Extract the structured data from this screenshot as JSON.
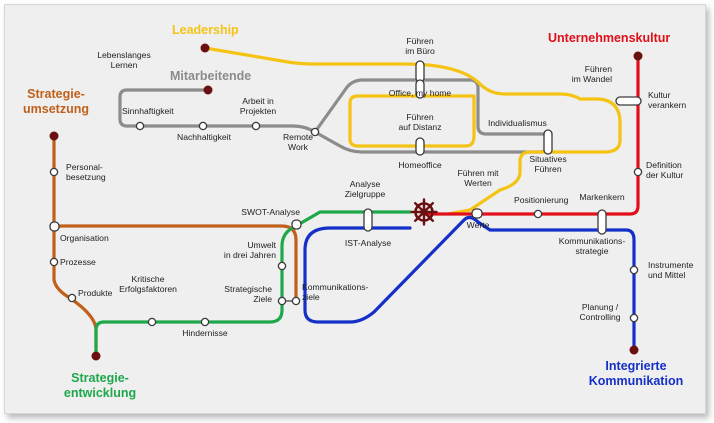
{
  "colors": {
    "leadership": "#f5c314",
    "mitarbeitende": "#8c8c8c",
    "strategieumsetzung": "#c0601a",
    "strategieentwicklung": "#1ea84a",
    "unternehmenskultur": "#e0101a",
    "kommunikation": "#1530c8",
    "hub": "#6b1010"
  },
  "lines": {
    "leadership": "Leadership",
    "mitarbeitende": "Mitarbeitende",
    "unternehmenskultur": "Unternehmenskultur",
    "strategieumsetzung": [
      "Strategie-",
      "umsetzung"
    ],
    "strategieentwicklung": [
      "Strategie-",
      "entwicklung"
    ],
    "kommunikation": [
      "Integrierte",
      "Kommunikation"
    ]
  },
  "stations": {
    "lebenslanges": [
      "Lebenslanges",
      "Lernen"
    ],
    "sinnhaftigkeit": [
      "Sinnhaftigkeit"
    ],
    "nachhaltigkeit": [
      "Nachhaltigkeit"
    ],
    "arbeit": [
      "Arbeit in",
      "Projekten"
    ],
    "remote": [
      "Remote",
      "Work"
    ],
    "fuehren_buero": [
      "Führen",
      "im Büro"
    ],
    "office_home": [
      "Office, my home"
    ],
    "fuehren_distanz": [
      "Führen",
      "auf Distanz"
    ],
    "homeoffice": [
      "Homeoffice"
    ],
    "individualismus": [
      "Individualismus"
    ],
    "situatives": [
      "Situatives",
      "Führen"
    ],
    "fuehren_wandel": [
      "Führen",
      "im Wandel"
    ],
    "kultur_verankern": [
      "Kultur",
      "verankern"
    ],
    "definition_kultur": [
      "Definition",
      "der Kultur"
    ],
    "personal": [
      "Personal-",
      "besetzung"
    ],
    "organisation": [
      "Organisation"
    ],
    "prozesse": [
      "Prozesse"
    ],
    "produkte": [
      "Produkte"
    ],
    "kritische": [
      "Kritische",
      "Erfolgsfaktoren"
    ],
    "hindernisse": [
      "Hindernisse"
    ],
    "strategische_ziele": [
      "Strategische",
      "Ziele"
    ],
    "umwelt": [
      "Umwelt",
      "in drei Jahren"
    ],
    "swot": [
      "SWOT-Analyse"
    ],
    "analyse_zielgruppe": [
      "Analyse",
      "Zielgruppe"
    ],
    "ist_analyse": [
      "IST-Analyse"
    ],
    "kommunikationsziele": [
      "Kommunikations-",
      "ziele"
    ],
    "fuehren_werten": [
      "Führen mit",
      "Werten"
    ],
    "werte": [
      "Werte"
    ],
    "positionierung": [
      "Positionierung"
    ],
    "markenkern": [
      "Markenkern"
    ],
    "kommunikationsstrategie": [
      "Kommunikations-",
      "strategie"
    ],
    "instrumente": [
      "Instrumente",
      "und Mittel"
    ],
    "planung": [
      "Planung /",
      "Controlling"
    ]
  }
}
